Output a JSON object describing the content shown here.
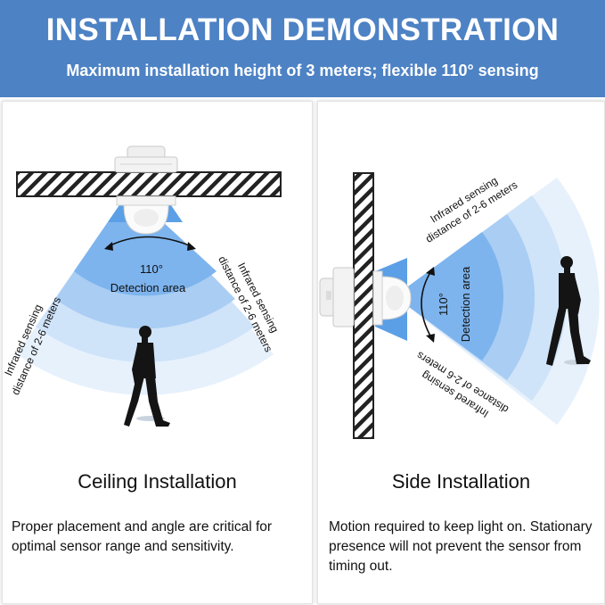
{
  "header": {
    "title": "INSTALLATION DEMONSTRATION",
    "subtitle": "Maximum installation height of 3 meters; flexible 110° sensing"
  },
  "ceiling": {
    "angle_label": "110°",
    "area_label": "Detection area",
    "range_line1": "Infrared sensing",
    "range_line2": "distance of 2-6 meters",
    "title": "Ceiling Installation",
    "description": "Proper placement and angle are critical for optimal sensor range and sensitivity."
  },
  "side": {
    "angle_label": "110°",
    "area_label": "Detection area",
    "range_line1": "Infrared sensing",
    "range_line2": "distance of 2-6 meters",
    "title": "Side Installation",
    "description": "Motion required to keep light on. Stationary presence will not prevent the sensor from timing out."
  },
  "colors": {
    "banner": "#4d82c4",
    "beam_inner": "#5b9fe6",
    "beam_outer": "#e6f1fc",
    "hatch": "#222222"
  }
}
